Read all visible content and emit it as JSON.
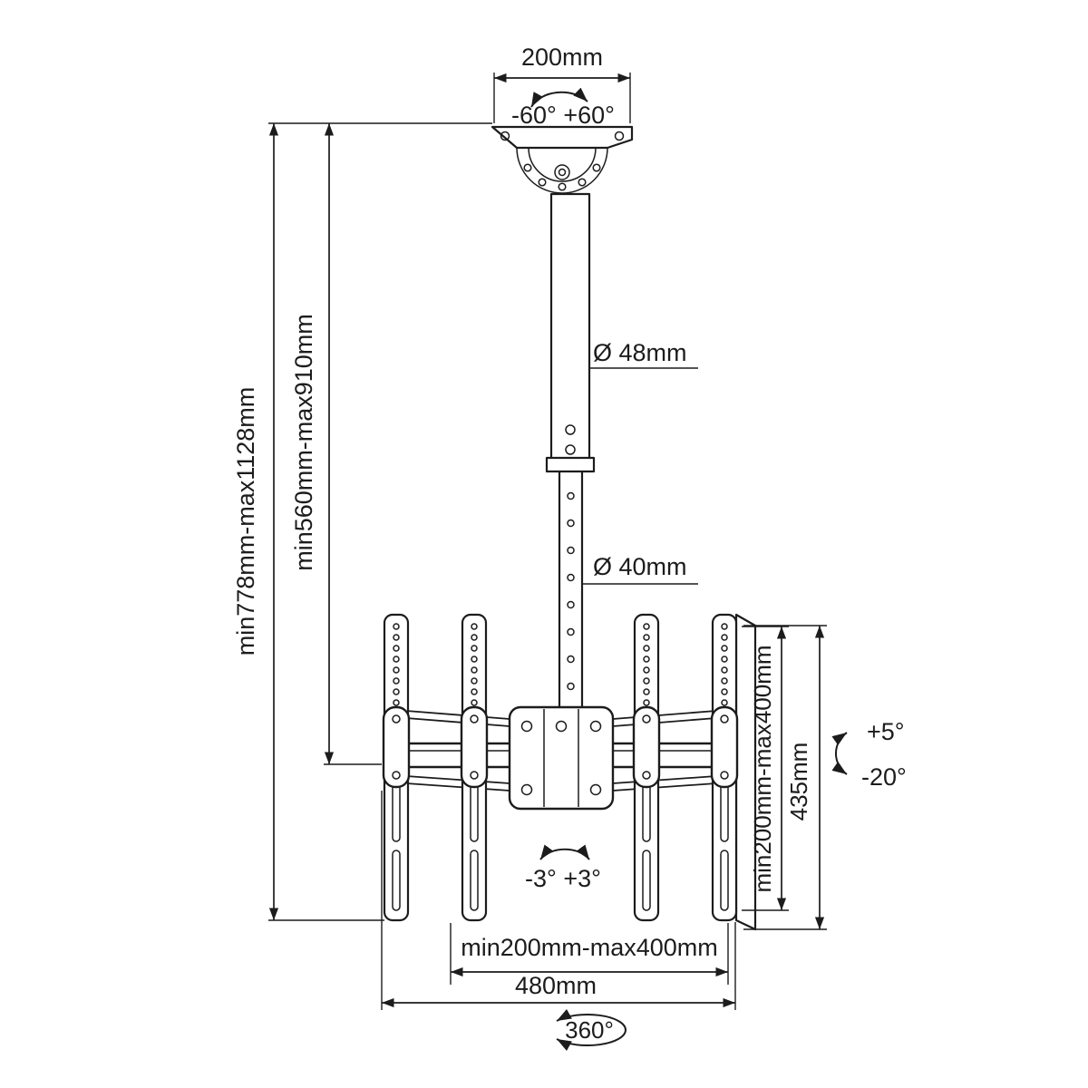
{
  "diagram": {
    "labels": {
      "top_width": "200mm",
      "top_swivel_range": "-60° +60°",
      "upper_pole_diameter": "Ø 48mm",
      "lower_pole_diameter": "Ø 40mm",
      "overall_height_range": "min778mm-max1128mm",
      "pole_height_range": "min560mm-max910mm",
      "vesa_height_range": "min200mm-max400mm",
      "bracket_height": "435mm",
      "tilt_up": "+5°",
      "tilt_down": "-20°",
      "bottom_swivel_range": "-3° +3°",
      "vesa_width_range": "min200mm-max400mm",
      "bar_width": "480mm",
      "rotation_range": "360°"
    },
    "colors": {
      "line": "#1c1c1c",
      "background": "#ffffff"
    }
  }
}
